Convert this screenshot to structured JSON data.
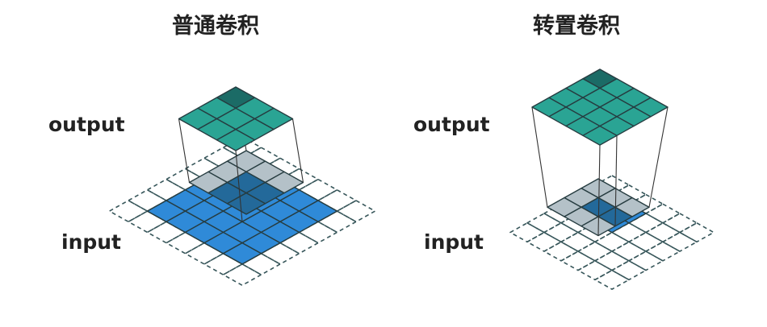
{
  "left": {
    "title": "普通卷积",
    "output_label": "output",
    "input_label": "input"
  },
  "right": {
    "title": "转置卷积",
    "output_label": "output",
    "input_label": "input"
  },
  "colors": {
    "output_fill": "#2aa494",
    "output_highlight": "#1b6b66",
    "input_fill": "#2f8ad8",
    "kernel_fill": "#b4c1c8",
    "overlap_fill": "#23699a",
    "grid_line": "#263c40",
    "dashed_line": "#37565a"
  }
}
